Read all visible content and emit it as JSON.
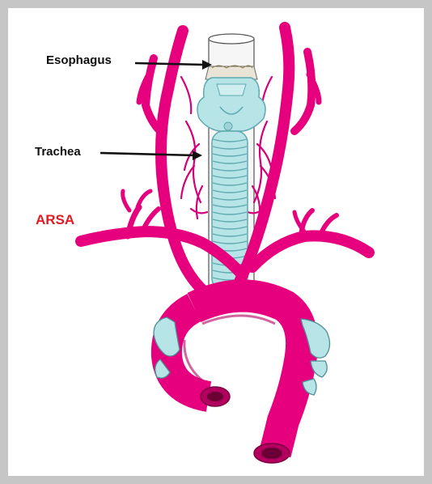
{
  "labels": {
    "esophagus": "Esophagus",
    "trachea": "Trachea",
    "arsa": "ARSA"
  },
  "colors": {
    "frame": "#c6c6c6",
    "background": "#ffffff",
    "artery": "#e6007e",
    "artery_dark": "#b3005f",
    "trachea": "#b7e4e6",
    "trachea_outline": "#5fa9b0",
    "esophagus": "#f3f3f3",
    "arsa_label": "#e21b23",
    "text": "#111111"
  },
  "icons": {
    "esophagus_pointer": "arrow-right-icon",
    "trachea_pointer": "arrow-right-icon"
  }
}
